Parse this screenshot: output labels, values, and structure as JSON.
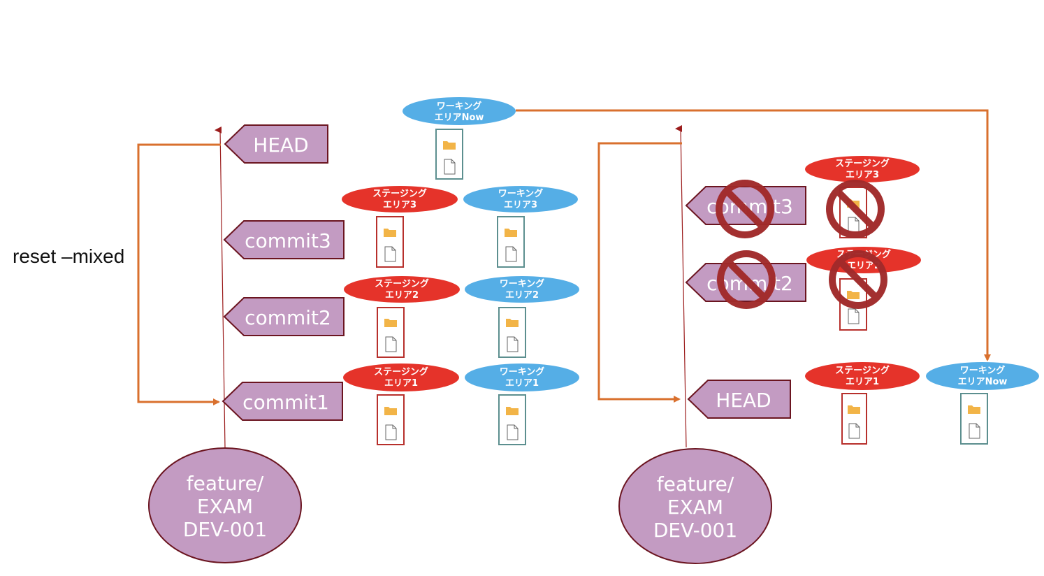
{
  "colors": {
    "tag_fill": "#c39bc2",
    "tag_stroke": "#6b1520",
    "staging_fill": "#e5332a",
    "working_fill": "#55aee6",
    "arrow_orange": "#d9702e",
    "timeline_line": "#9b1b1b",
    "folder": "#f2b447",
    "box_red": "#b7302c",
    "box_teal": "#5c8f8f",
    "prohibit": "#a12a2a"
  },
  "caption": "reset –mixed",
  "left": {
    "tags": {
      "head": "HEAD",
      "commit3": "commit3",
      "commit2": "commit2",
      "commit1": "commit1"
    },
    "branch": {
      "line1": "feature/",
      "line2": "EXAM",
      "line3": "DEV-001"
    },
    "working_now": {
      "line1": "ワーキング",
      "line2": "エリアNow"
    },
    "rows": [
      {
        "staging": {
          "line1": "ステージング",
          "line2": "エリア3"
        },
        "working": {
          "line1": "ワーキング",
          "line2": "エリア3"
        }
      },
      {
        "staging": {
          "line1": "ステージング",
          "line2": "エリア2"
        },
        "working": {
          "line1": "ワーキング",
          "line2": "エリア2"
        }
      },
      {
        "staging": {
          "line1": "ステージング",
          "line2": "エリア1"
        },
        "working": {
          "line1": "ワーキング",
          "line2": "エリア1"
        }
      }
    ]
  },
  "right": {
    "tags": {
      "commit3": "commit3",
      "commit2": "commit2",
      "head": "HEAD"
    },
    "branch": {
      "line1": "feature/",
      "line2": "EXAM",
      "line3": "DEV-001"
    },
    "staging3": {
      "line1": "ステージング",
      "line2": "エリア3"
    },
    "staging2": {
      "line1": "ステージング",
      "line2": "エリア2"
    },
    "staging1": {
      "line1": "ステージング",
      "line2": "エリア1"
    },
    "working_now": {
      "line1": "ワーキング",
      "line2": "エリアNow"
    }
  }
}
